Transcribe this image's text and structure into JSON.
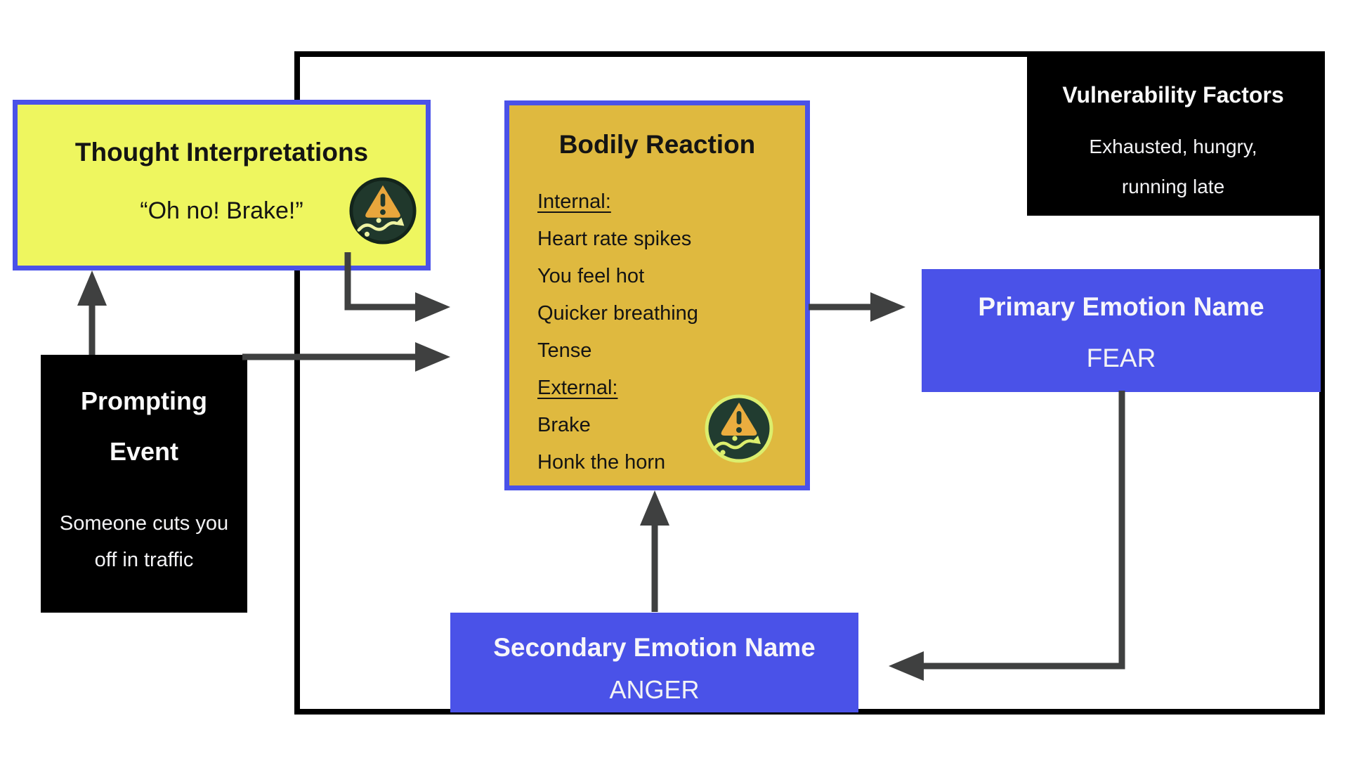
{
  "colors": {
    "bg": "#ffffff",
    "frame": "#000000",
    "arrow": "#3f4040",
    "blue": "#4a52e8",
    "yellow": "#eef65f",
    "gold": "#dfb93f",
    "box-black": "#000000",
    "text-dark": "#141414",
    "text-light": "#f3f3f5"
  },
  "boxes": {
    "thought": {
      "title": "Thought Interpretations",
      "body": "“Oh no! Brake!”"
    },
    "bodily": {
      "title": "Bodily Reaction",
      "lines": [
        {
          "text": "Internal:"
        },
        {
          "text": "Heart rate spikes"
        },
        {
          "text": "You feel hot"
        },
        {
          "text": "Quicker breathing"
        },
        {
          "text": "Tense"
        },
        {
          "text": "External:"
        },
        {
          "text": "Brake"
        },
        {
          "text": "Honk the horn"
        }
      ]
    },
    "vulnerability": {
      "title": "Vulnerability Factors",
      "line1": "Exhausted, hungry,",
      "line2": "running late"
    },
    "primary": {
      "title": "Primary Emotion Name",
      "value": "FEAR"
    },
    "prompting": {
      "title1": "Prompting",
      "title2": "Event",
      "line1": "Someone cuts you",
      "line2": "off in traffic"
    },
    "secondary": {
      "title": "Secondary Emotion Name",
      "value": "ANGER"
    }
  },
  "icons": {
    "hazard": "hazard-ahead-warning-icon"
  }
}
